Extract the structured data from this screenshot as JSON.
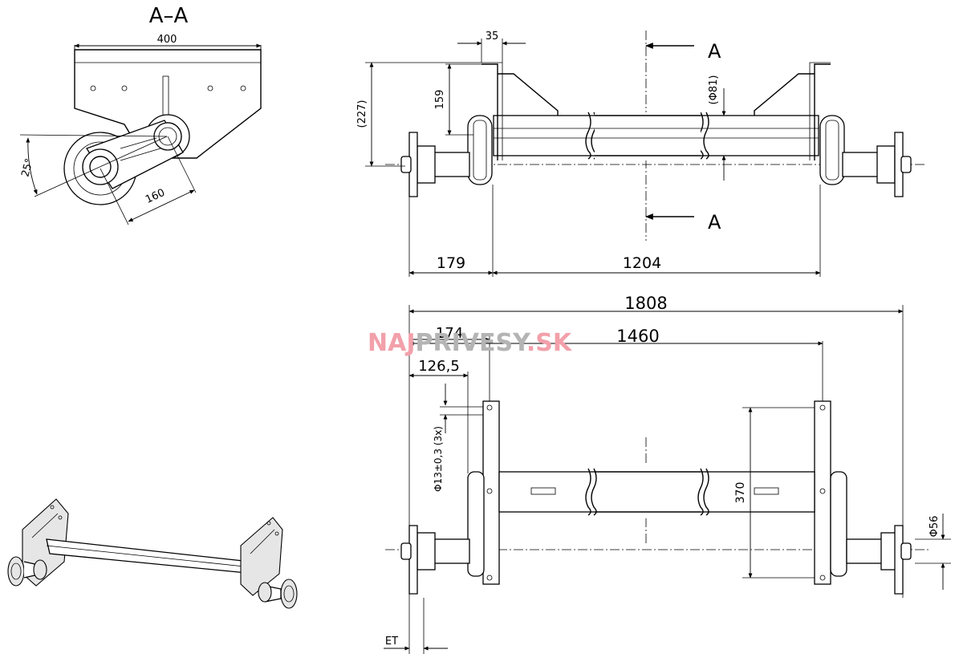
{
  "section_label": "A–A",
  "section_marker": "A",
  "watermark": {
    "part1": "NAJ",
    "part2": "PRIVESY",
    "part3": ".SK"
  },
  "section_view": {
    "width": "400",
    "angle": "25°",
    "arm_length": "160"
  },
  "front_view": {
    "bracket_offset": "35",
    "height_bracket": "159",
    "height_total": "(227)",
    "tube_diameter": "(Φ81)",
    "hub_offset": "179",
    "bracket_span": "1204"
  },
  "top_view": {
    "overall": "1808",
    "wheel_track": "1460",
    "bracket_width": "174",
    "hub_inset": "126,5",
    "hole": "Φ13±0,3 (3x)",
    "hole_spacing": "370",
    "stub_diameter": "Φ56",
    "et": "ET"
  },
  "colors": {
    "line": "#000000",
    "watermark_accent": "#f2a0aa",
    "watermark_gray": "#b4b4b4"
  }
}
